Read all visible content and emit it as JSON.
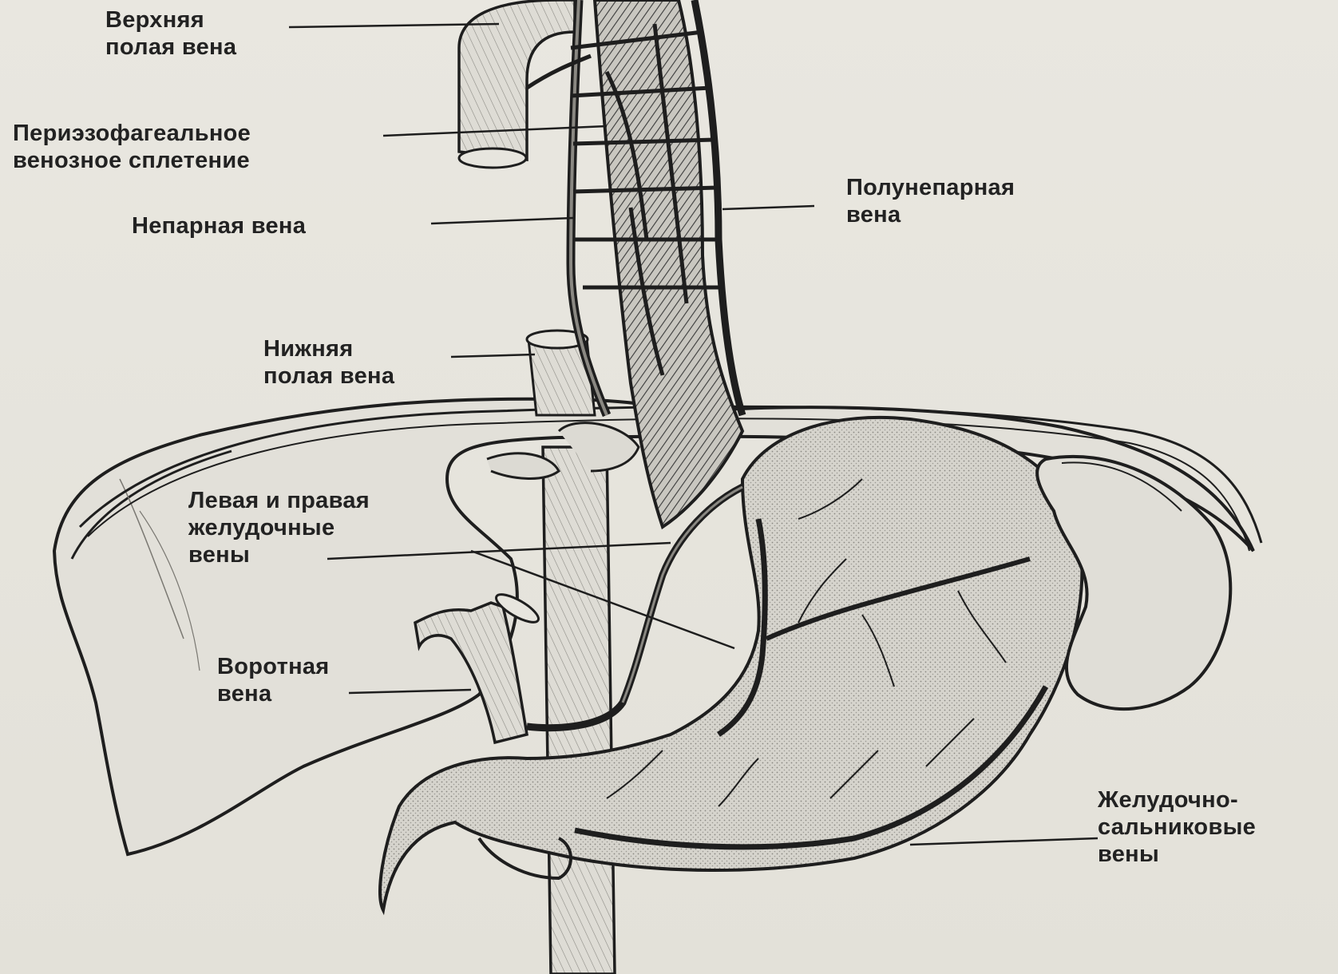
{
  "figure": {
    "labels": {
      "svc": [
        "Верхняя",
        "полая вена"
      ],
      "plexus": [
        "Периэзофагеальное",
        "венозное сплетение"
      ],
      "azygos": [
        "Непарная вена"
      ],
      "hemiazygos": [
        "Полунепарная",
        "вена"
      ],
      "ivc": [
        "Нижняя",
        "полая вена"
      ],
      "gastric": [
        "Левая и правая",
        "желудочные",
        "вены"
      ],
      "portal": [
        "Воротная",
        "вена"
      ],
      "gastroepiploic": [
        "Желудочно-",
        "сальниковые",
        "вены"
      ]
    }
  },
  "colors": {
    "ink": "#1e1e1e",
    "paper": "#e6e4dd",
    "shade": "#b9b7b0",
    "vessel": "#2a2a2a"
  }
}
